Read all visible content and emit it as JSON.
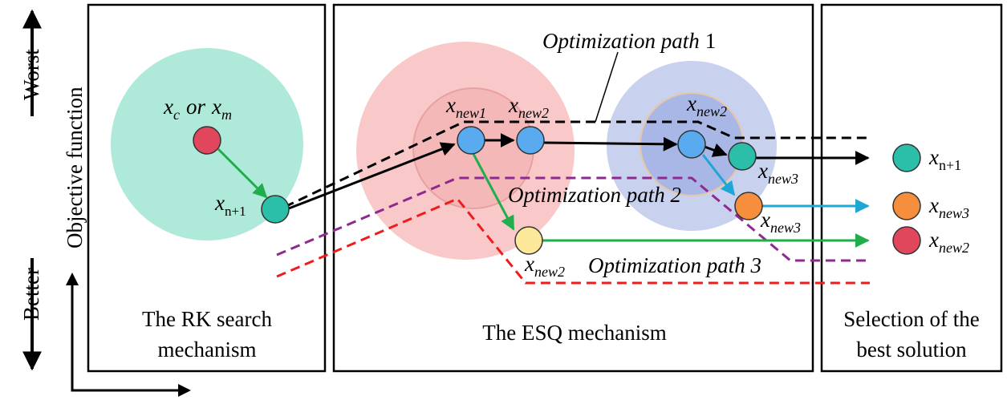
{
  "axis": {
    "worst": "Worst",
    "better": "Better",
    "objective": "Objective function"
  },
  "panels": {
    "rk": {
      "line1": "The RK search",
      "line2": "mechanism"
    },
    "esq": {
      "line1": "The ESQ mechanism"
    },
    "select": {
      "line1": "Selection of the",
      "line2": "best solution"
    }
  },
  "paths": {
    "p1": {
      "italic": "Optimization path",
      "num": "1"
    },
    "p2": {
      "text": "Optimization path 2"
    },
    "p3": {
      "text": "Optimization path 3"
    }
  },
  "points": {
    "xc": {
      "var": "x",
      "sub": "c"
    },
    "or": "or",
    "xm": {
      "var": "x",
      "sub": "m"
    },
    "xn1": {
      "var": "x",
      "sub": "n+1"
    },
    "xnew1": {
      "var": "x",
      "sub": "new1"
    },
    "xnew2_top": {
      "var": "x",
      "sub": "new2"
    },
    "xnew2_right": {
      "var": "x",
      "sub": "new2"
    },
    "xnew3_a": {
      "var": "x",
      "sub": "new3"
    },
    "xnew3_b": {
      "var": "x",
      "sub": "new3"
    },
    "xnew2_bottom": {
      "var": "x",
      "sub": "new2"
    }
  },
  "legend": [
    {
      "var": "x",
      "sub": "n+1",
      "color": "#2bbfaa"
    },
    {
      "var": "x",
      "sub": "new3",
      "color": "#f58f3d"
    },
    {
      "var": "x",
      "sub": "new2",
      "color": "#e0475d"
    }
  ],
  "colors": {
    "teal_circle": "#aee9da",
    "pink_circle": "#f9c8c8",
    "blue_circle": "#c8d1ee",
    "node_blue": "#5aaaf0",
    "node_teal": "#2bbfaa",
    "node_red": "#e0475d",
    "node_orange": "#f58f3d",
    "node_yellow": "#fde89a",
    "green_arrow": "#1fae4b",
    "cyan_arrow": "#1ea7d6",
    "purple_path": "#8e2a8f",
    "red_path": "#ee1c1c"
  }
}
